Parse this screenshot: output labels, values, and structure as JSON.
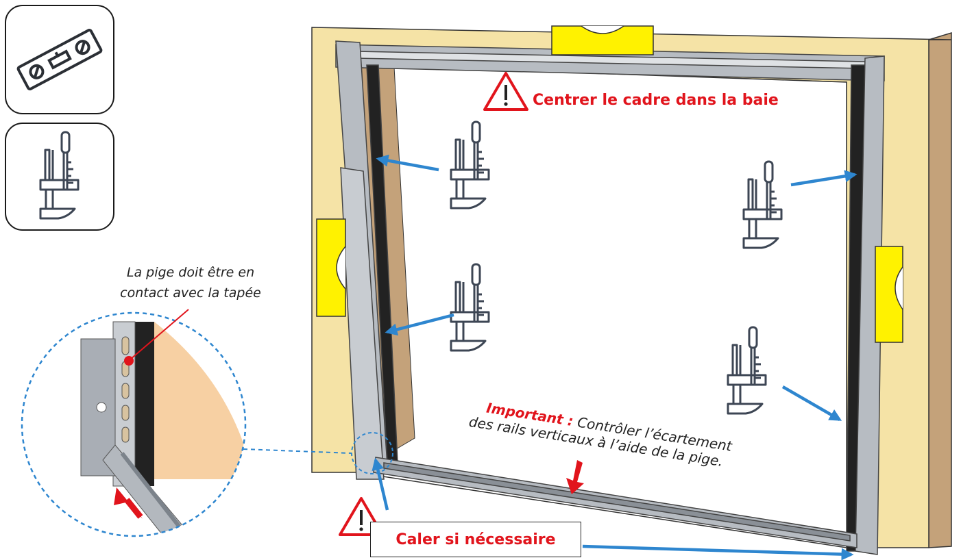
{
  "tools": [
    {
      "name": "level-icon"
    },
    {
      "name": "gauge-icon"
    }
  ],
  "labels": {
    "center_frame": "Centrer le cadre dans la baie",
    "gauge_note_line1": "La pige doit être en",
    "gauge_note_line2": "contact avec la tapée",
    "important_prefix": "Important :",
    "important_line1_rest": " Contrôler l’écartement",
    "important_line2": "des rails verticaux à l’aide de la pige.",
    "shim": "Caler si nécessaire"
  },
  "colors": {
    "wall": "#f5e3a6",
    "wall_side": "#c4a27a",
    "level": "#fff200",
    "arrow_blue": "#2e86cf",
    "warning_red": "#e1141c",
    "frame_grey": "#b7bcc2",
    "detail_floor": "#f7d0a3"
  }
}
